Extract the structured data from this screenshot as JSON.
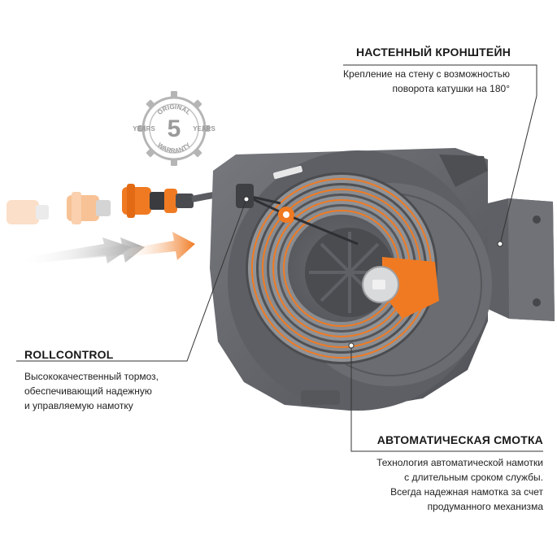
{
  "warranty_badge": {
    "top_text": "ORIGINAL",
    "bottom_text": "WARRANTY",
    "number": "5",
    "left_word": "YEARS",
    "right_word": "YEARS"
  },
  "callouts": {
    "bracket": {
      "title": "НАСТЕННЫЙ КРОНШТЕЙН",
      "lines": [
        "Крепление на стену с возможностью",
        "поворота катушки на 180°"
      ]
    },
    "rollcontrol": {
      "title": "ROLLCONTROL",
      "lines": [
        "Высококачественный тормоз,",
        "обеспечивающий надежную",
        "и управляемую намотку"
      ]
    },
    "auto_rewind": {
      "title": "АВТОМАТИЧЕСКАЯ СМОТКА",
      "lines": [
        "Технология автоматической намотки",
        "с длительным сроком службы.",
        "Всегда надежная намотка за счет",
        "продуманного механизма"
      ]
    }
  },
  "colors": {
    "accent_orange": "#f07a22",
    "housing_dark": "#5b5d62",
    "housing_mid": "#6e7076",
    "hose_gray": "#8a8c90",
    "leader_line": "#333333"
  },
  "icons": [
    "warranty-badge-icon",
    "arrow-icon",
    "hose-connector-icon"
  ]
}
